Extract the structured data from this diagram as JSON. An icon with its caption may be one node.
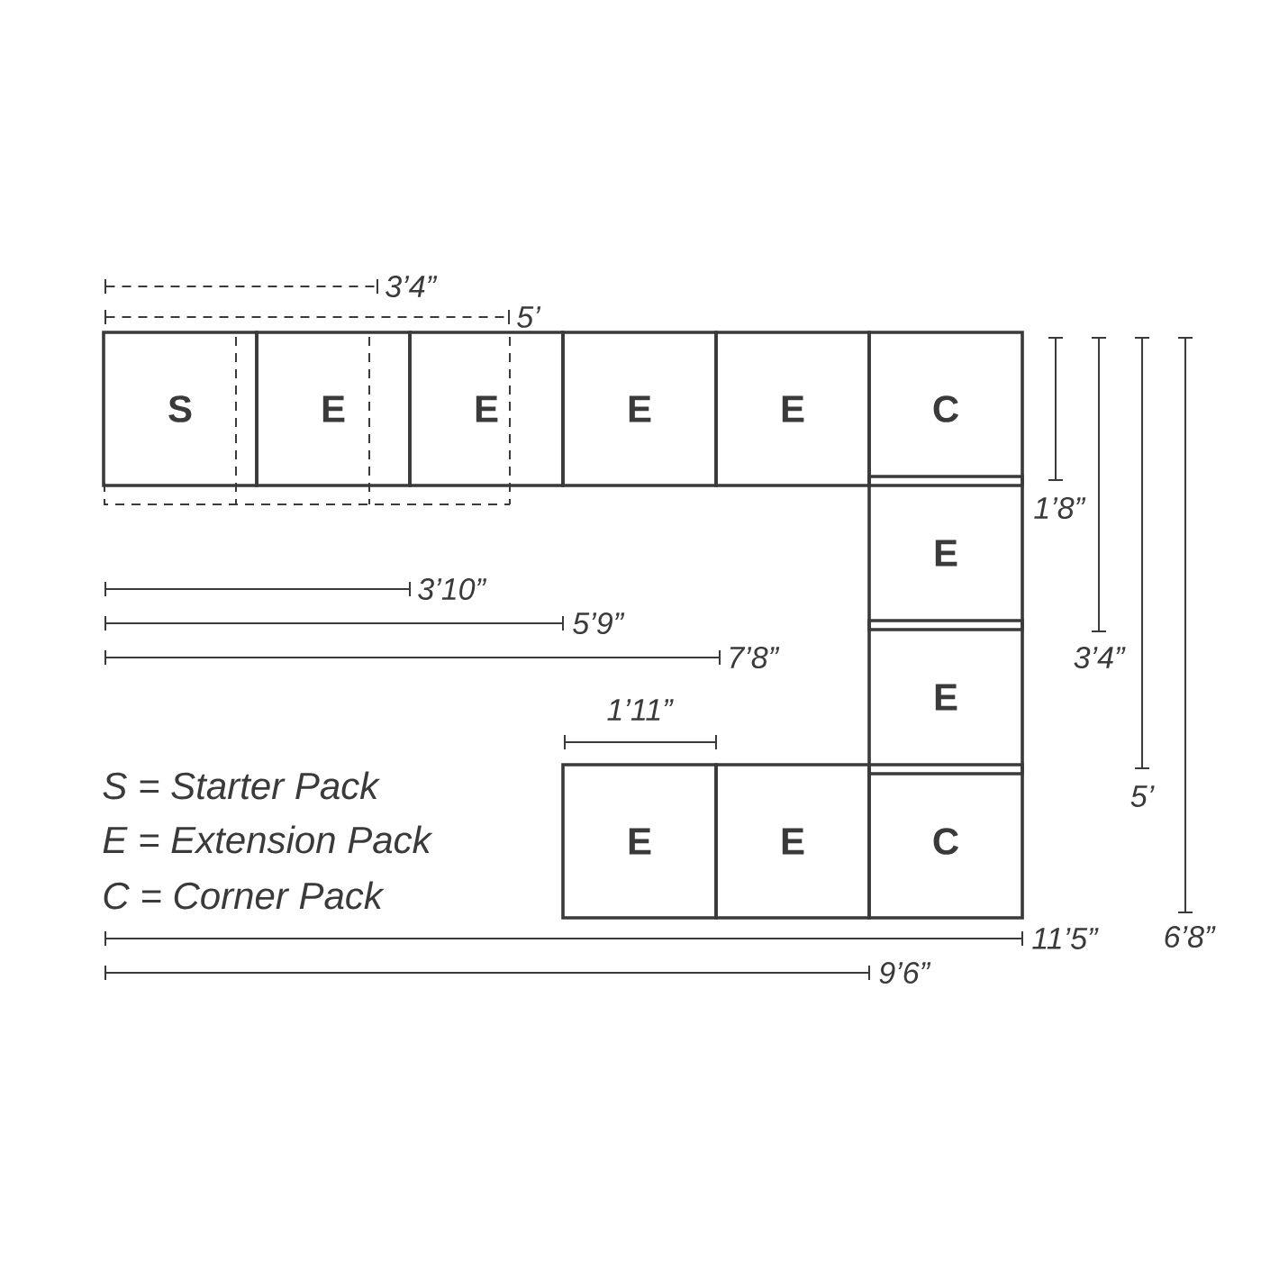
{
  "diagram": {
    "nodes": [
      {
        "text": [
          "S"
        ]
      },
      {
        "text": [
          "E"
        ]
      },
      {
        "text": [
          "E"
        ]
      },
      {
        "text": [
          "E"
        ]
      },
      {
        "text": [
          "E"
        ]
      },
      {
        "text": [
          "C"
        ]
      },
      {
        "text": [
          "E"
        ]
      },
      {
        "text": [
          "E"
        ]
      },
      {
        "text": [
          "E"
        ]
      },
      {
        "text": [
          "E"
        ]
      },
      {
        "text": [
          "C"
        ]
      }
    ],
    "labels": [
      "3’4”",
      "5’",
      "1’8”",
      "3’10”",
      "5’9”",
      "7’8”",
      "3’4”",
      "1’11”",
      "S = Starter Pack",
      "5’",
      "E = Extension Pack",
      "C = Corner Pack",
      "11’5”",
      "6’8”",
      "9’6”"
    ]
  }
}
